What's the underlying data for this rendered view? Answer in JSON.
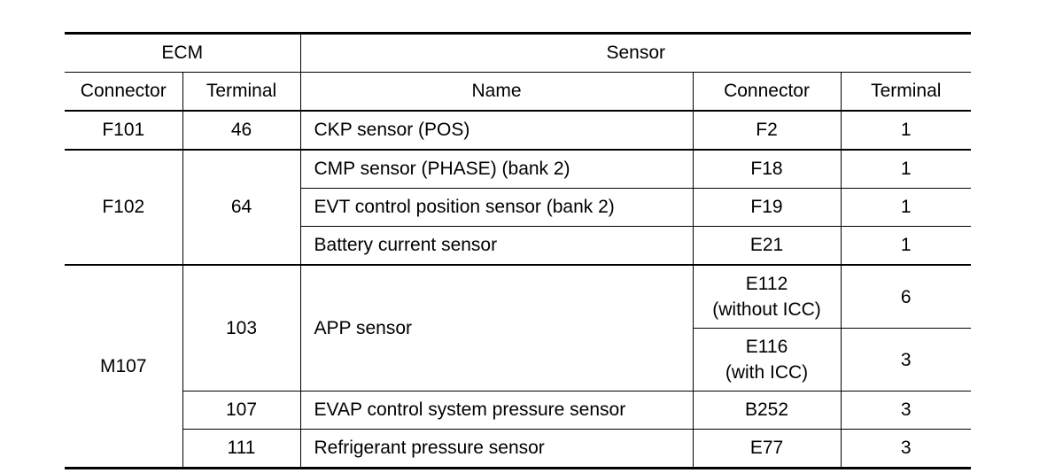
{
  "header": {
    "ecm": "ECM",
    "sensor": "Sensor",
    "ecm_connector": "Connector",
    "ecm_terminal": "Terminal",
    "sensor_name": "Name",
    "sensor_connector": "Connector",
    "sensor_terminal": "Terminal"
  },
  "rows": [
    {
      "ecm_connector": "F101",
      "ecm_terminal": "46",
      "name": "CKP sensor (POS)",
      "connector": "F2",
      "terminal": "1"
    },
    {
      "ecm_connector": "F102",
      "ecm_terminal": "64",
      "name": "CMP sensor (PHASE) (bank 2)",
      "connector": "F18",
      "terminal": "1"
    },
    {
      "name": "EVT control position sensor (bank 2)",
      "connector": "F19",
      "terminal": "1"
    },
    {
      "name": "Battery current sensor",
      "connector": "E21",
      "terminal": "1"
    },
    {
      "ecm_connector": "M107",
      "ecm_terminal": "103",
      "name": "APP sensor",
      "connector_line1": "E112",
      "connector_line2": "(without ICC)",
      "terminal": "6"
    },
    {
      "connector_line1": "E116",
      "connector_line2": "(with ICC)",
      "terminal": "3"
    },
    {
      "ecm_terminal": "107",
      "name": "EVAP control system pressure sensor",
      "connector": "B252",
      "terminal": "3"
    },
    {
      "ecm_terminal": "111",
      "name": "Refrigerant pressure sensor",
      "connector": "E77",
      "terminal": "3"
    }
  ]
}
